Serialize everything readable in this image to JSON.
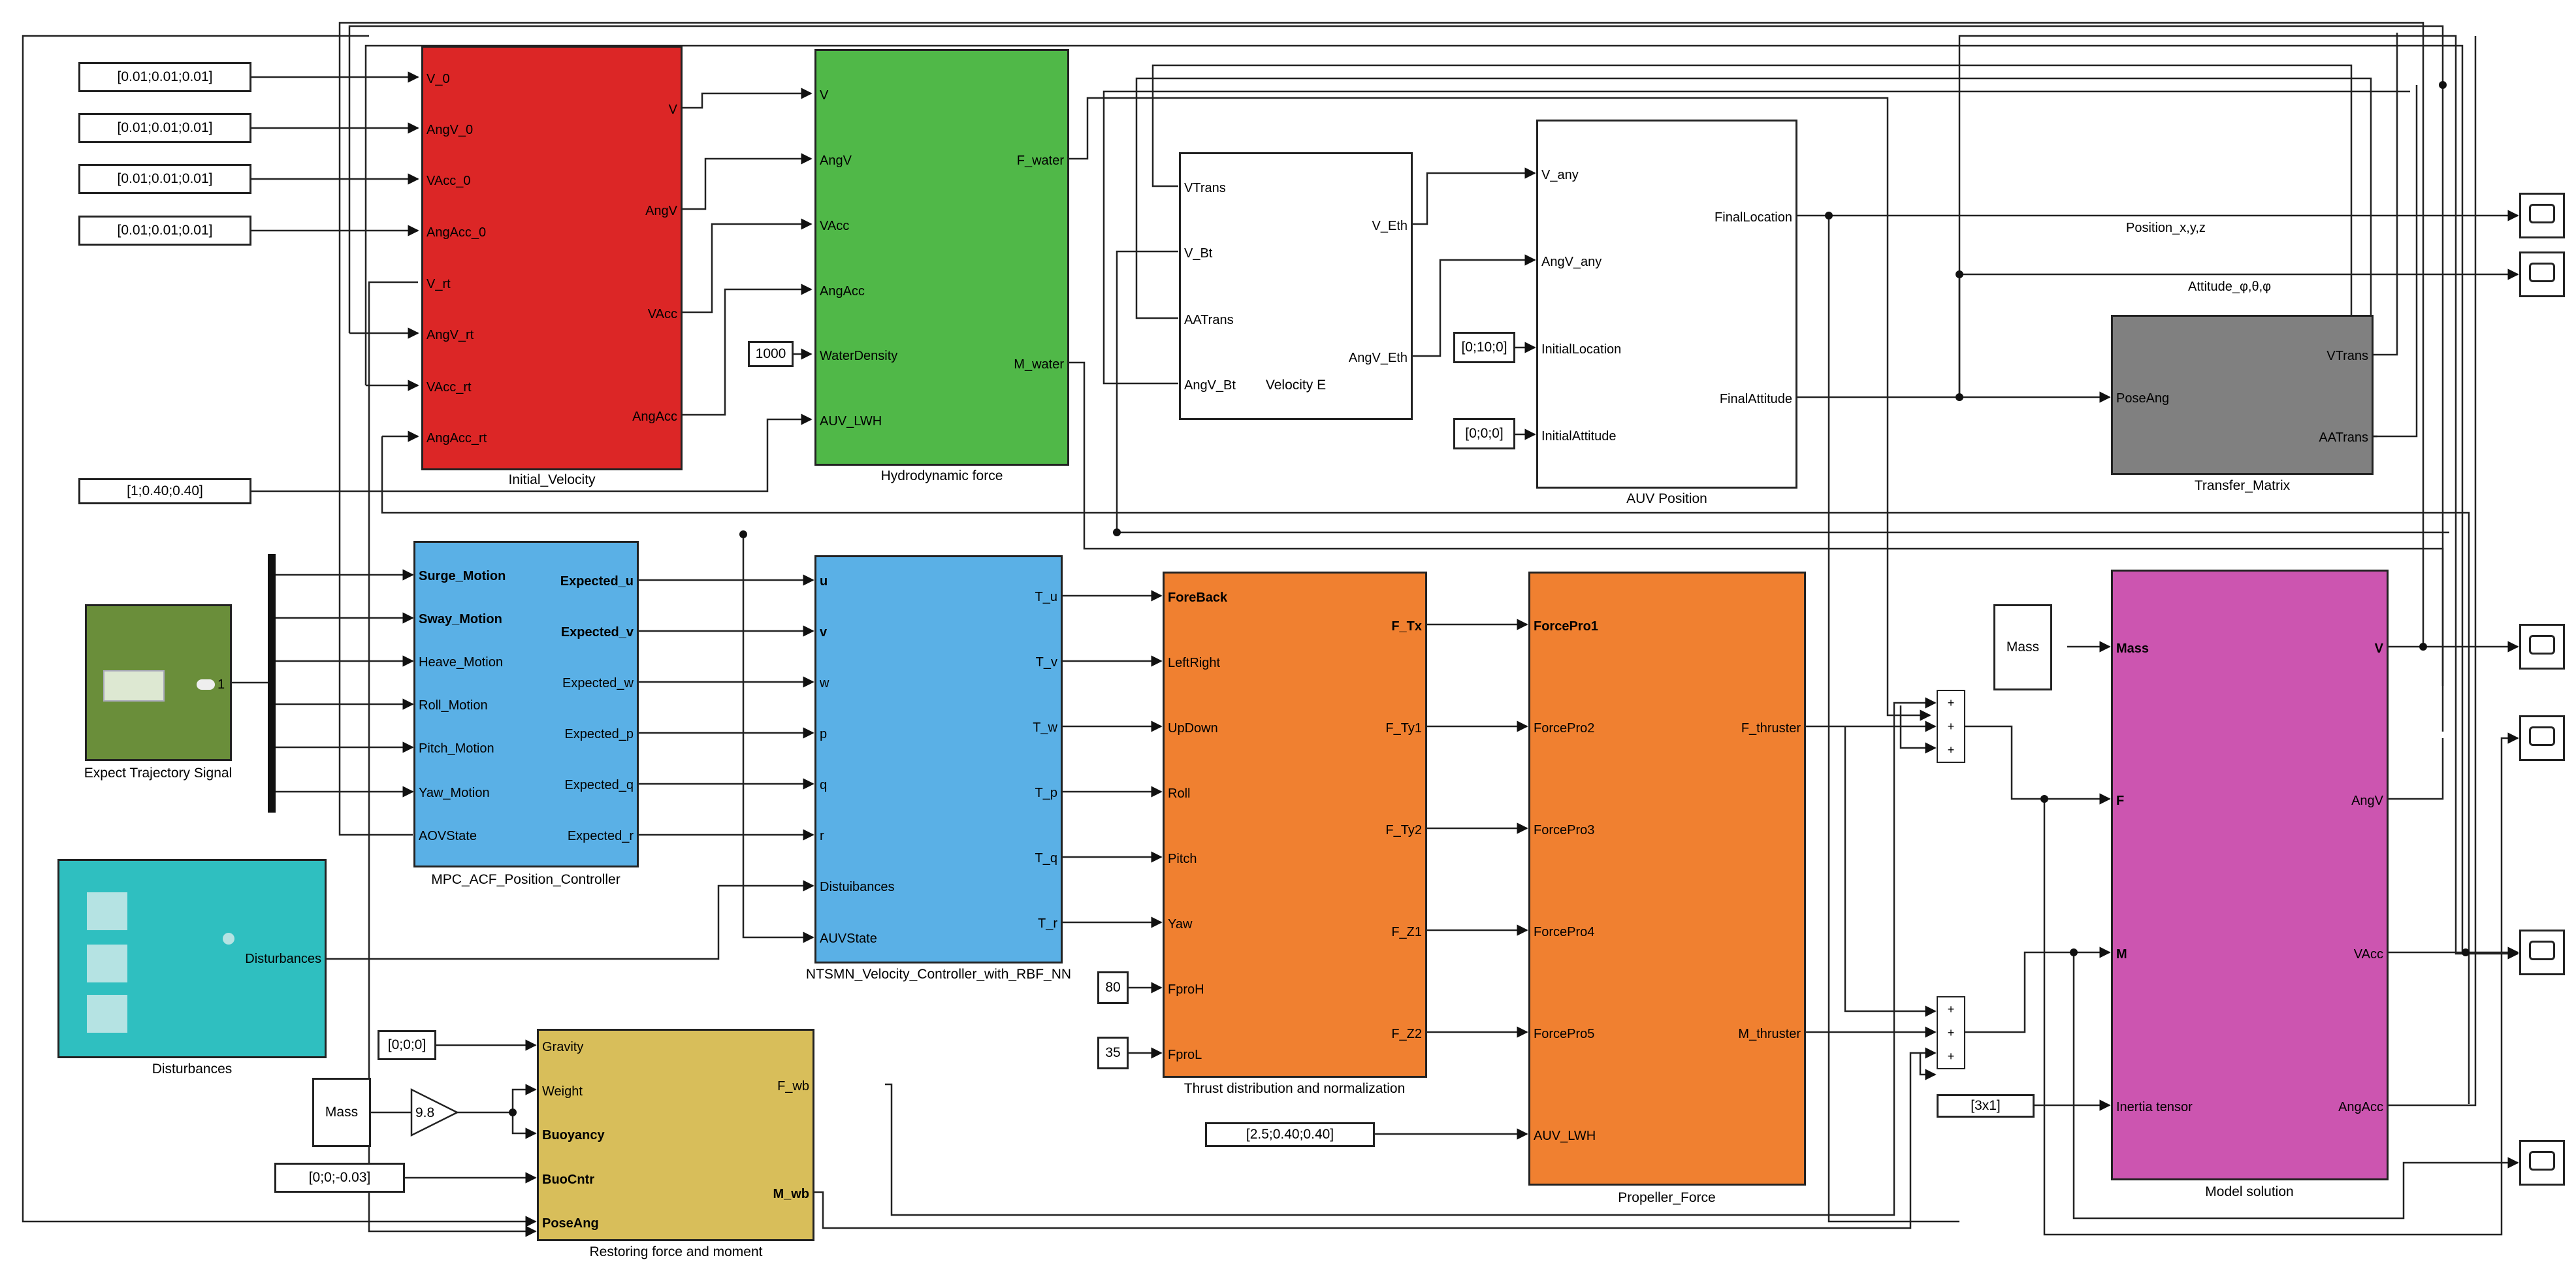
{
  "colors": {
    "initial_velocity": "#dc2626",
    "hydrodynamic": "#50b848",
    "velocity_e": "#ffffff",
    "auv_position": "#ffffff",
    "transfer_matrix": "#808080",
    "mpc": "#5ab0e6",
    "ntsmn": "#5ab0e6",
    "thrust": "#f08030",
    "propeller": "#f08030",
    "model_solution": "#cc55b0",
    "restoring": "#d8be5a",
    "expect_signal": "#6a8e3a",
    "disturbances": "#2fbfc0"
  },
  "blocks": {
    "initial_velocity": {
      "caption": "Initial_Velocity",
      "inputs": [
        "V_0",
        "AngV_0",
        "VAcc_0",
        "AngAcc_0",
        "V_rt",
        "AngV_rt",
        "VAcc_rt",
        "AngAcc_rt"
      ],
      "outputs": [
        "V",
        "AngV",
        "VAcc",
        "AngAcc"
      ]
    },
    "hydrodynamic": {
      "caption": "Hydrodynamic force",
      "inputs": [
        "V",
        "AngV",
        "VAcc",
        "AngAcc",
        "WaterDensity",
        "AUV_LWH"
      ],
      "outputs": [
        "F_water",
        "M_water"
      ]
    },
    "velocity_e": {
      "caption": "Velocity E",
      "inputs": [
        "VTrans",
        "V_Bt",
        "AATrans",
        "AngV_Bt"
      ],
      "outputs": [
        "V_Eth",
        "AngV_Eth"
      ]
    },
    "auv_position": {
      "caption": "AUV Position",
      "inputs": [
        "V_any",
        "AngV_any",
        "InitialLocation",
        "InitialAttitude"
      ],
      "outputs": [
        "FinalLocation",
        "FinalAttitude"
      ]
    },
    "transfer_matrix": {
      "caption": "Transfer_Matrix",
      "inputs": [
        "PoseAng"
      ],
      "outputs": [
        "VTrans",
        "AATrans"
      ]
    },
    "mpc": {
      "caption": "MPC_ACF_Position_Controller",
      "inputs": [
        "Surge_Motion",
        "Sway_Motion",
        "Heave_Motion",
        "Roll_Motion",
        "Pitch_Motion",
        "Yaw_Motion",
        "AOVState"
      ],
      "outputs": [
        "Expected_u",
        "Expected_v",
        "Expected_w",
        "Expected_p",
        "Expected_q",
        "Expected_r"
      ]
    },
    "ntsmn": {
      "caption": "NTSMN_Velocity_Controller_with_RBF_NN",
      "inputs": [
        "u",
        "v",
        "w",
        "p",
        "q",
        "r",
        "Distuibances",
        "AUVState"
      ],
      "outputs": [
        "T_u",
        "T_v",
        "T_w",
        "T_p",
        "T_q",
        "T_r"
      ]
    },
    "thrust": {
      "caption": "Thrust distribution and normalization",
      "inputs": [
        "ForeBack",
        "LeftRight",
        "UpDown",
        "Roll",
        "Pitch",
        "Yaw",
        "FproH",
        "FproL"
      ],
      "outputs": [
        "F_Tx",
        "F_Ty1",
        "F_Ty2",
        "F_Z1",
        "F_Z2"
      ]
    },
    "propeller": {
      "caption": "Propeller_Force",
      "inputs": [
        "ForcePro1",
        "ForcePro2",
        "ForcePro3",
        "ForcePro4",
        "ForcePro5",
        "AUV_LWH"
      ],
      "outputs": [
        "F_thruster",
        "M_thruster"
      ]
    },
    "model_solution": {
      "caption": "Model solution",
      "inputs": [
        "Mass",
        "F",
        "M",
        "Inertia tensor"
      ],
      "outputs": [
        "V",
        "AngV",
        "VAcc",
        "AngAcc"
      ]
    },
    "restoring": {
      "caption": "Restoring force and moment",
      "inputs": [
        "Gravity",
        "Weight",
        "Buoyancy",
        "BuoCntr",
        "PoseAng"
      ],
      "outputs": [
        "F_wb",
        "M_wb"
      ]
    },
    "expect_signal": {
      "caption": "Expect Trajectory Signal",
      "inner_label": "1"
    },
    "disturbances": {
      "caption": "Disturbances",
      "output": "Disturbances"
    }
  },
  "constants": {
    "v0": "[0.01;0.01;0.01]",
    "angv0": "[0.01;0.01;0.01]",
    "vacc0": "[0.01;0.01;0.01]",
    "angacc0": "[0.01;0.01;0.01]",
    "water_density": "1000",
    "auv_lwh_hydro": "[1;0.40;0.40]",
    "initial_location": "[0;10;0]",
    "initial_attitude": "[0;0;0]",
    "fproh": "80",
    "fprol": "35",
    "auv_lwh_prop": "[2.5;0.40;0.40]",
    "gravity": "[0;0;0]",
    "mass_restoring": "Mass",
    "gain": "9.8",
    "buocntr": "[0;0;-0.03]",
    "mass_model": "Mass",
    "inertia": "[3x1]"
  },
  "sum_signs": "+++",
  "signal_labels": {
    "position": "Position_x,y,z",
    "attitude": "Attitude_φ,θ,φ"
  },
  "scope_count": 6
}
